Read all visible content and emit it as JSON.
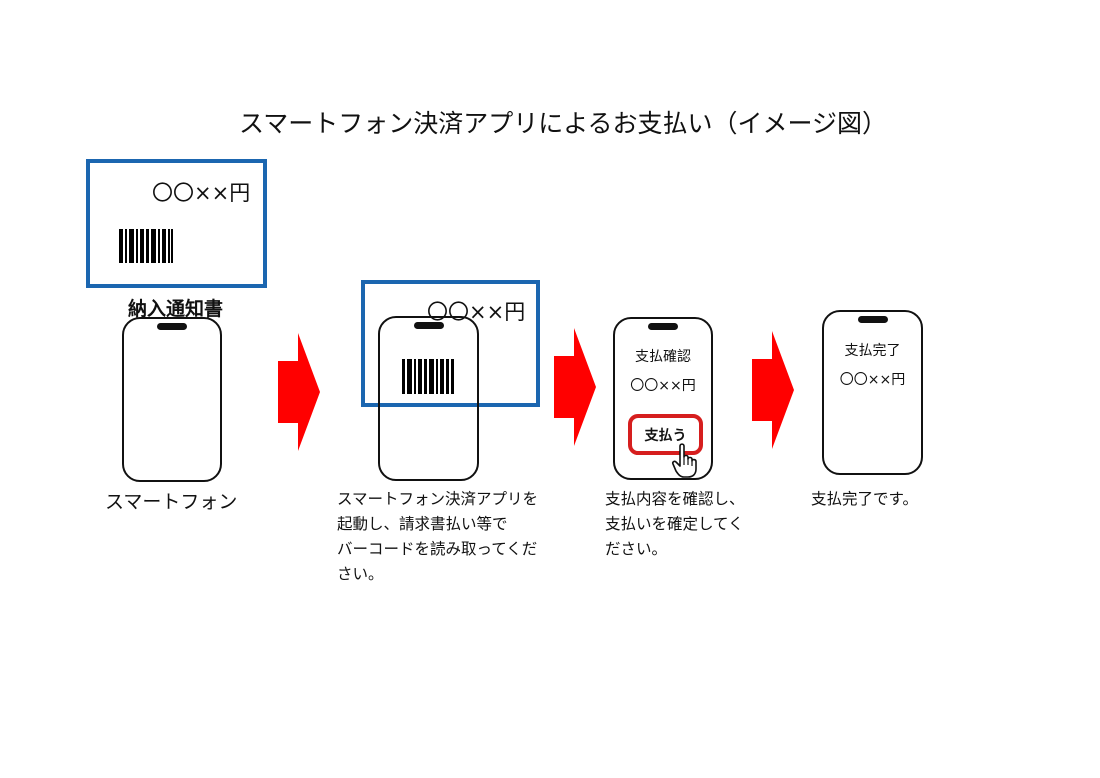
{
  "title": "スマートフォン決済アプリによるお支払い（イメージ図）",
  "notice": {
    "amount": "〇〇××円",
    "label": "納入通知書"
  },
  "steps": [
    {
      "caption": "スマートフォン"
    },
    {
      "caption": "スマートフォン決済アプリを\n起動し、請求書払い等で\nバーコードを読み取ってくだ\nさい。"
    },
    {
      "caption": "支払内容を確認し、\n支払いを確定してく\nださい。"
    },
    {
      "caption": "支払完了です。"
    }
  ],
  "scan": {
    "amount": "〇〇××円"
  },
  "confirm_screen": {
    "heading": "支払確認",
    "amount": "〇〇××円",
    "button_label": "支払う"
  },
  "complete_screen": {
    "heading": "支払完了",
    "amount": "〇〇××円"
  },
  "colors": {
    "notice_border": "#1b66b0",
    "arrow": "#ff0000",
    "button_border": "#d61e1e"
  },
  "icons": [
    "barcode-icon",
    "hand-pointer-icon",
    "flow-arrow-icon"
  ]
}
